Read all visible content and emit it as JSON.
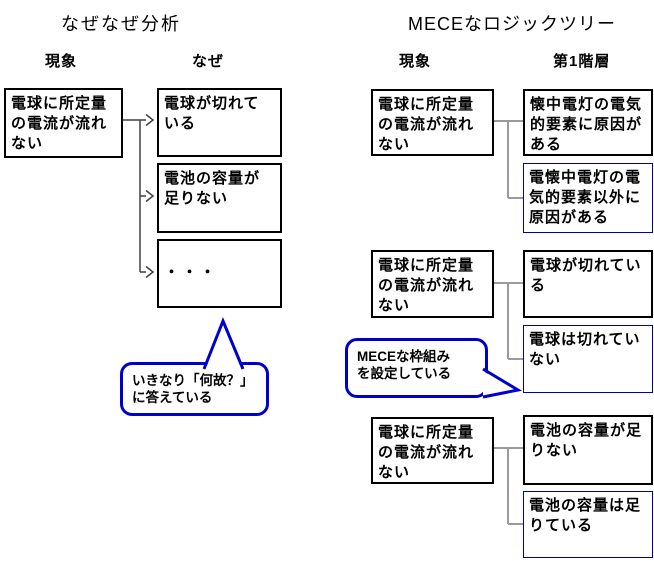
{
  "left": {
    "title": "なぜなぜ分析",
    "header_phenomenon": "現象",
    "header_why": "なぜ",
    "phenomenon": "電球に所定量\nの電流が流れ\nない",
    "why_items": [
      "電球が切れて\nいる",
      "電池の容量が\n足りない",
      "・・・"
    ],
    "callout": "いきなり「何故？」\nに答えている"
  },
  "right": {
    "title": "MECEなロジックツリー",
    "header_phenomenon": "現象",
    "header_level1": "第1階層",
    "groups": [
      {
        "phenomenon": "電球に所定量\nの電流が流れ\nない",
        "branch_a": "懐中電灯の電気\n的要素に原因が\nある",
        "branch_b": "電懐中電灯の電\n気的要素以外に\n原因がある"
      },
      {
        "phenomenon": "電球に所定量\nの電流が流れ\nない",
        "branch_a": "電球が切れてい\nる",
        "branch_b": "電球は切れてい\nない"
      },
      {
        "phenomenon": "電球に所定量\nの電流が流れ\nない",
        "branch_a": "電池の容量が足\nりない",
        "branch_b": "電池の容量は足\nりている"
      }
    ],
    "callout": "MECEな枠組み\nを設定している"
  },
  "colors": {
    "accent_blue": "#0000cc",
    "box_border_blue": "#0000b3",
    "box_border_black": "#000000",
    "connector_gray": "#9a9a9a",
    "connector_dark": "#404040"
  }
}
